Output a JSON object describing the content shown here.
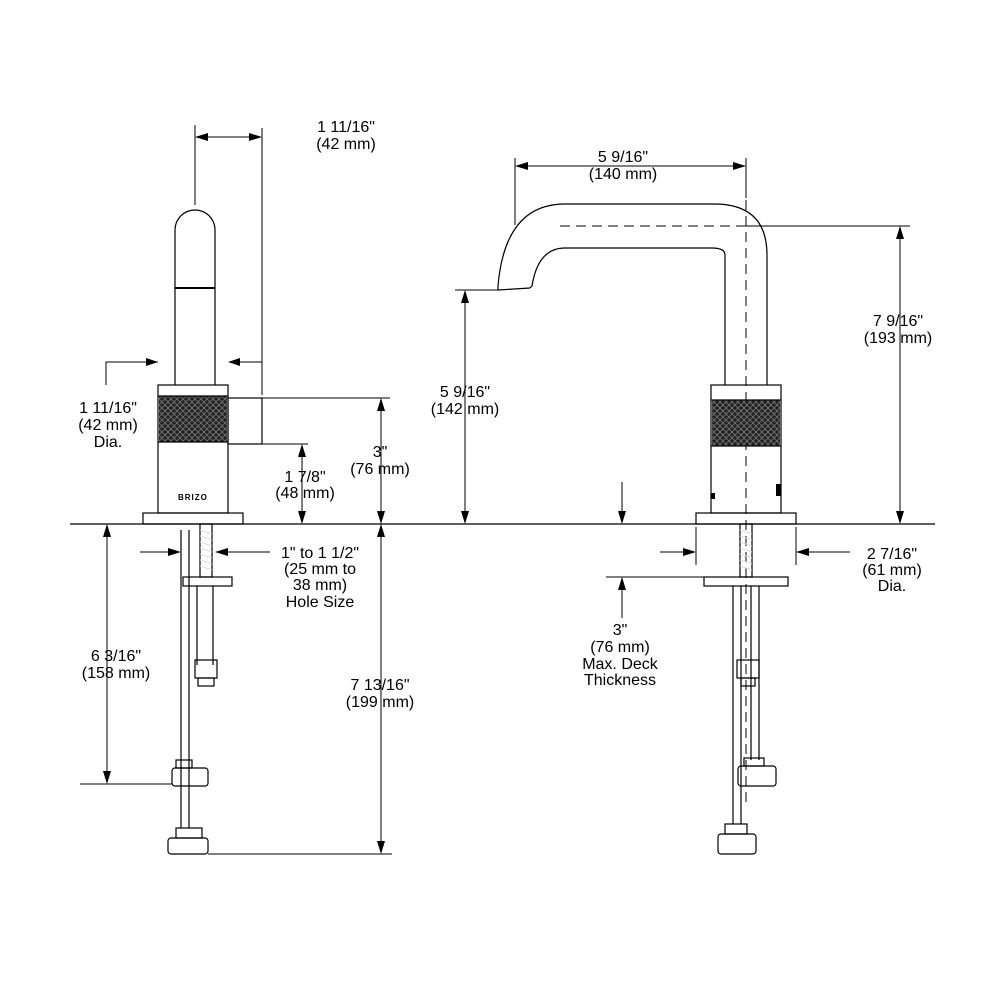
{
  "brand": "BRIZO",
  "dimensions": {
    "side_top_width": [
      "1 11/16\"",
      "(42 mm)"
    ],
    "side_body_dia": [
      "1 11/16\"",
      "(42 mm)",
      "Dia."
    ],
    "side_lever_height": [
      "1 7/8\"",
      "(48 mm)"
    ],
    "side_base_height": [
      "3\"",
      "(76 mm)"
    ],
    "hole_size": [
      "1\" to 1 1/2\"",
      "(25 mm to",
      "38 mm)",
      "Hole Size"
    ],
    "shank_length": [
      "6 3/16\"",
      "(158 mm)"
    ],
    "total_below_deck": [
      "7 13/16\"",
      "(199 mm)"
    ],
    "spout_reach": [
      "5 9/16\"",
      "(140 mm)"
    ],
    "spout_outlet_height": [
      "5 9/16\"",
      "(142 mm)"
    ],
    "total_height": [
      "7 9/16\"",
      "(193 mm)"
    ],
    "base_dia": [
      "2 7/16\"",
      "(61 mm)",
      "Dia."
    ],
    "max_deck": [
      "3\"",
      "(76 mm)",
      "Max. Deck",
      "Thickness"
    ]
  }
}
